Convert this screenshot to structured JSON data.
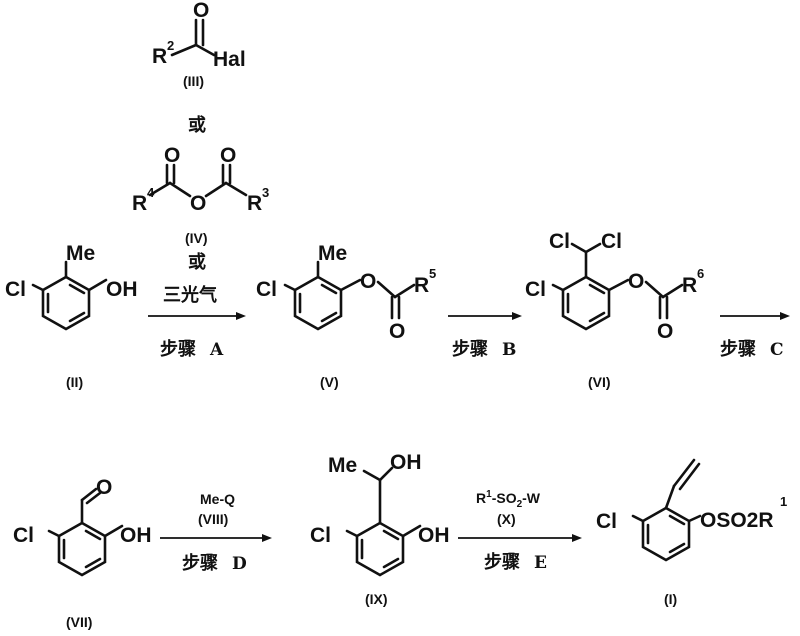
{
  "reagents": {
    "acyl_halide": {
      "r": "R",
      "r_sup": "2",
      "o": "O",
      "hal": "Hal",
      "label": "(III)"
    },
    "or1": "或",
    "anhydride": {
      "r4": "R",
      "r4_sup": "4",
      "r3": "R",
      "r3_sup": "3",
      "o_left": "O",
      "o_mid": "O",
      "o_right": "O",
      "label": "(IV)"
    },
    "or2": "或",
    "phosgene": "三光气"
  },
  "compounds": {
    "II": {
      "label": "(II)",
      "cl": "Cl",
      "me": "Me",
      "oh": "OH"
    },
    "V": {
      "label": "(V)",
      "cl": "Cl",
      "me": "Me",
      "o_ester": "O",
      "o_carbonyl": "O",
      "r": "R",
      "r_sup": "5"
    },
    "VI": {
      "label": "(VI)",
      "cl1": "Cl",
      "cl2": "Cl",
      "cl_ring": "Cl",
      "o_ester": "O",
      "o_carbonyl": "O",
      "r": "R",
      "r_sup": "6"
    },
    "VII": {
      "label": "(VII)",
      "cl": "Cl",
      "o": "O",
      "oh": "OH"
    },
    "IX": {
      "label": "(IX)",
      "cl": "Cl",
      "me": "Me",
      "oh_top": "OH",
      "oh_ring": "OH"
    },
    "I": {
      "label": "(I)",
      "cl": "Cl",
      "oso": "OSO2R",
      "r_sup": "1"
    }
  },
  "steps": {
    "A": {
      "han": "步骤",
      "letter": "A"
    },
    "B": {
      "han": "步骤",
      "letter": "B"
    },
    "C": {
      "han": "步骤",
      "letter": "C"
    },
    "D": {
      "han": "步骤",
      "letter": "D",
      "reagent": "Me-Q",
      "reagent_label": "(VIII)"
    },
    "E": {
      "han": "步骤",
      "letter": "E",
      "reagent_r": "R",
      "reagent_r_sup": "1",
      "reagent_mid": "-SO",
      "reagent_sub": "2",
      "reagent_end": "-W",
      "reagent_label": "(X)"
    }
  }
}
